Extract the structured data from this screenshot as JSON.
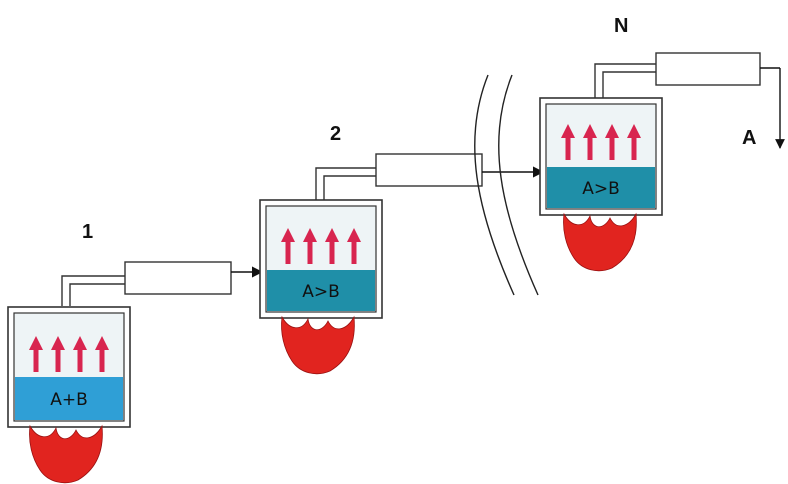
{
  "stages": [
    {
      "number": "1",
      "liquid_label": "A+B",
      "liquid_color": "#2f9fd6"
    },
    {
      "number": "2",
      "liquid_label": "A>B",
      "liquid_color": "#1f8fa8"
    },
    {
      "number": "N",
      "liquid_label": "A>B",
      "liquid_color": "#1f8fa8"
    }
  ],
  "output_label": "A",
  "colors": {
    "vapor_arrow": "#d8254f",
    "flame": "#e1241f",
    "vessel_outline": "#333333",
    "vessel_inner": "#eef4f6"
  },
  "icons": [
    "vapor-arrow-icon",
    "flame-icon",
    "break-mark-icon",
    "arrow-icon"
  ]
}
